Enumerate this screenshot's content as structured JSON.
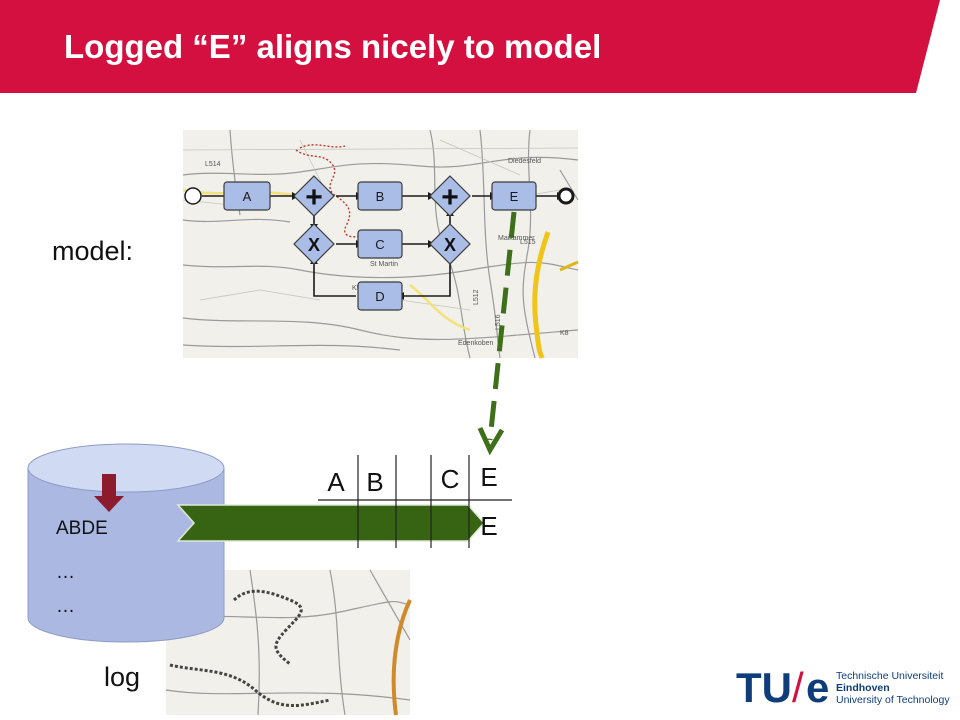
{
  "slide": {
    "title": "Logged “E” aligns nicely to model"
  },
  "model": {
    "label": "model:",
    "tasks": [
      "A",
      "B",
      "C",
      "D",
      "E"
    ],
    "gateways": {
      "parallel_symbol": "+",
      "exclusive_symbol": "X"
    },
    "map_labels": [
      "L514",
      "L516",
      "Diedesfeld",
      "Maikammer",
      "L515",
      "L512",
      "St Martin",
      "Edenkoben",
      "K8",
      "K5"
    ]
  },
  "log": {
    "label": "log",
    "traces": [
      "ABDE",
      "…",
      "…"
    ]
  },
  "alignment": {
    "log_row": [
      "A",
      "B",
      "C",
      "E"
    ],
    "model_row": [
      "E"
    ]
  },
  "logo": {
    "mark_tu": "TU",
    "mark_slash": "/",
    "mark_e": "e",
    "line1": "Technische Universiteit",
    "line2": "Eindhoven",
    "line3": "University of Technology"
  },
  "colors": {
    "header_red": "#d3103f",
    "task_fill": "#a9bde6",
    "db_fill": "#aab8e2",
    "arrow_green": "#376412",
    "arrow_dashed": "#3d7018",
    "down_arrow": "#8c1b2e",
    "logo_blue": "#0f3d7a",
    "logo_pink": "#d3103f"
  },
  "icons": {
    "database": "database-cylinder-icon",
    "down_arrow": "arrow-down-icon",
    "alignment_arrow": "arrow-right-icon"
  }
}
